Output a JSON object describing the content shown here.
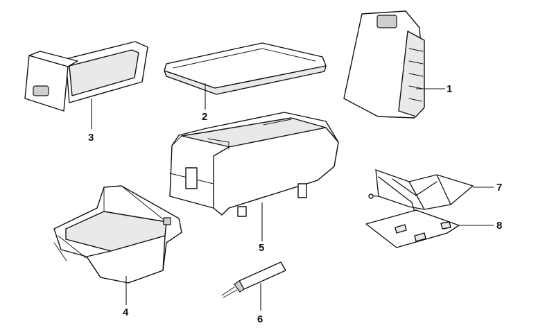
{
  "callouts": [
    {
      "id": "1",
      "label": "1"
    },
    {
      "id": "2",
      "label": "2"
    },
    {
      "id": "3",
      "label": "3"
    },
    {
      "id": "4",
      "label": "4"
    },
    {
      "id": "5",
      "label": "5"
    },
    {
      "id": "6",
      "label": "6"
    },
    {
      "id": "7",
      "label": "7"
    },
    {
      "id": "8",
      "label": "8"
    }
  ],
  "colors": {
    "line": "#111111",
    "background": "#ffffff",
    "shade": "#e9e9e9"
  }
}
